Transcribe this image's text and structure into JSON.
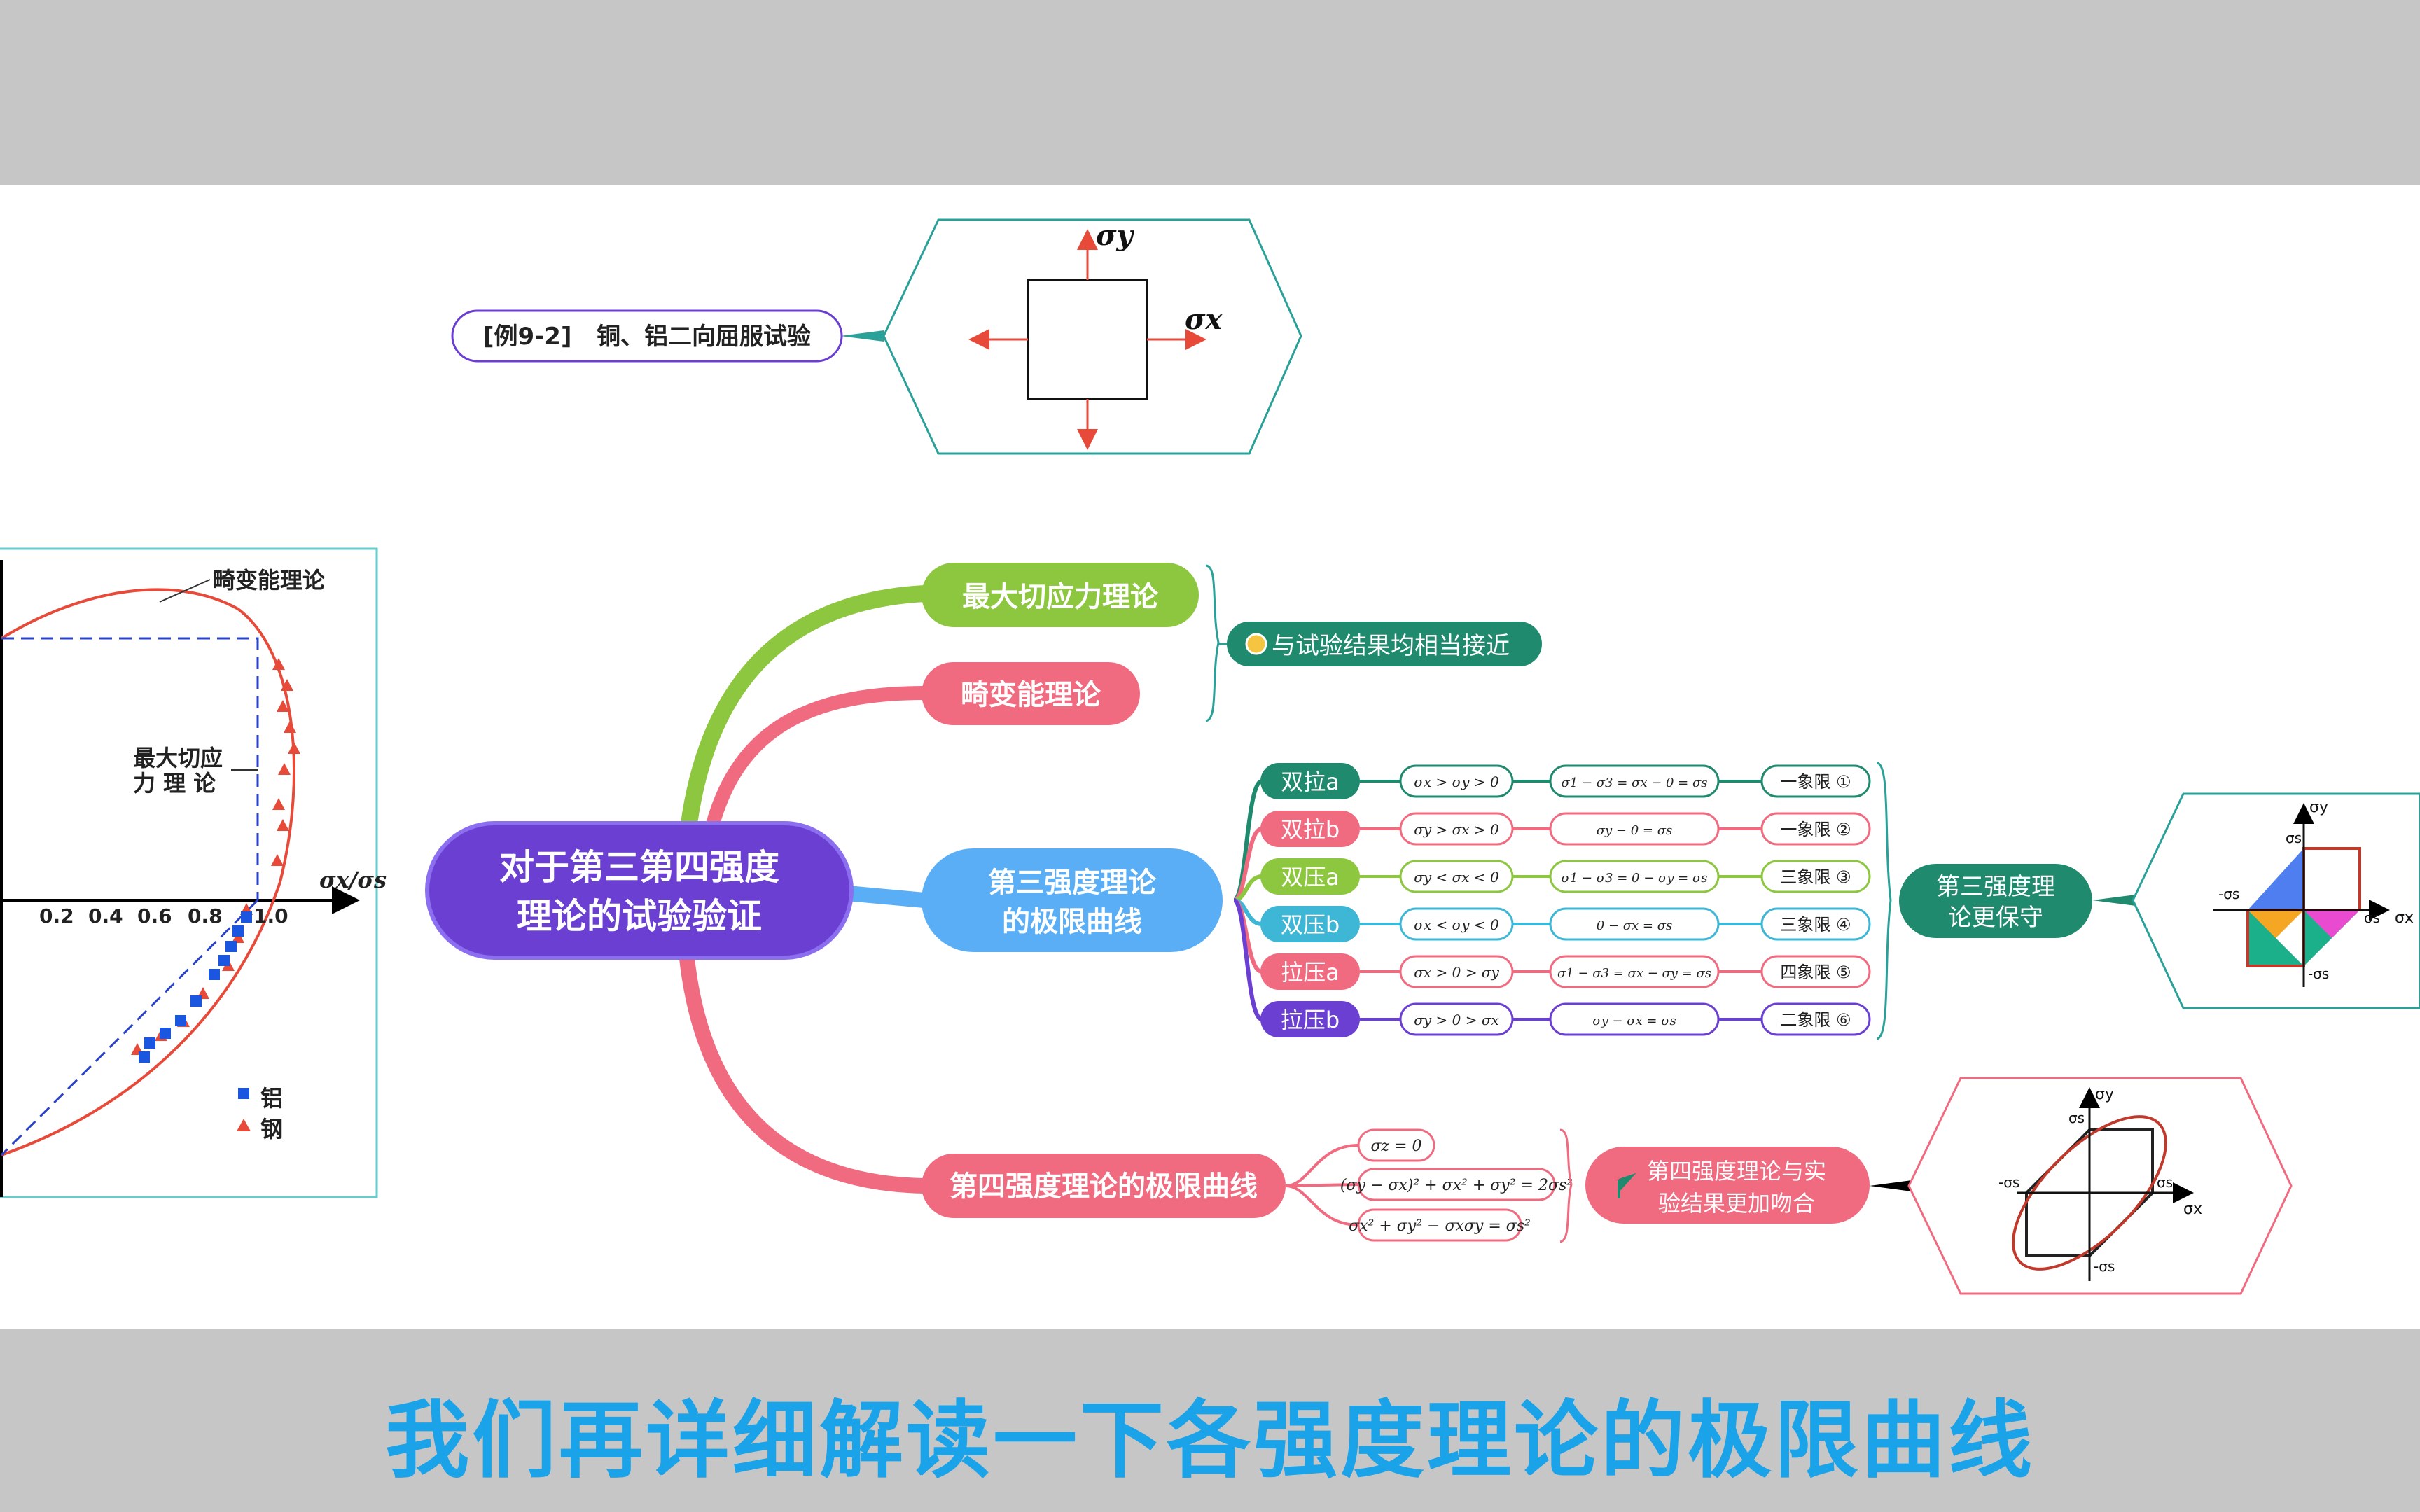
{
  "subtitle": "我们再详细解读一下各强度理论的极限曲线",
  "example": {
    "label": "[例9-2]",
    "title": "铜、铝二向屈服试验",
    "sigma_y": "σy",
    "sigma_x": "σx"
  },
  "central_topic": {
    "line1": "对于第三第四强度",
    "line2": "理论的试验验证"
  },
  "branches": {
    "max_shear": "最大切应力理论",
    "distortion": "畸变能理论",
    "third_curve_line1": "第三强度理论",
    "third_curve_line2": "的极限曲线",
    "fourth_curve": "第四强度理论的极限曲线"
  },
  "note_close": "与试验结果均相当接近",
  "third_cases": [
    {
      "name": "双拉a",
      "cond": "σx > σy > 0",
      "eq": "σ1 − σ3 = σx − 0 = σs",
      "quadrant": "一象限 ①",
      "color": "#1f8a6e"
    },
    {
      "name": "双拉b",
      "cond": "σy > σx > 0",
      "eq": "σy − 0 = σs",
      "quadrant": "一象限 ②",
      "color": "#f06b80"
    },
    {
      "name": "双压a",
      "cond": "σy < σx < 0",
      "eq": "σ1 − σ3 = 0 − σy = σs",
      "quadrant": "三象限 ③",
      "color": "#8dc63f"
    },
    {
      "name": "双压b",
      "cond": "σx < σy < 0",
      "eq": "0 − σx = σs",
      "quadrant": "三象限 ④",
      "color": "#3eb6d6"
    },
    {
      "name": "拉压a",
      "cond": "σx > 0 > σy",
      "eq": "σ1 − σ3 = σx − σy = σs",
      "quadrant": "四象限 ⑤",
      "color": "#f06b80"
    },
    {
      "name": "拉压b",
      "cond": "σy > 0 > σx",
      "eq": "σy − σx = σs",
      "quadrant": "二象限 ⑥",
      "color": "#6a3fd1"
    }
  ],
  "third_conclusion_line1": "第三强度理",
  "third_conclusion_line2": "论更保守",
  "fourth_eqs": [
    "σz = 0",
    "(σy − σx)² + σx² + σy² = 2σs²",
    "σx² + σy² − σxσy = σs²"
  ],
  "fourth_conclusion_line1": "第四强度理论与实",
  "fourth_conclusion_line2": "验结果更加吻合",
  "left_chart": {
    "label_distortion": "畸变能理论",
    "label_maxshear_line1": "最大切应",
    "label_maxshear_line2": "力 理 论",
    "xlabel": "σx/σs",
    "ticks": [
      "0.2",
      "0.4",
      "0.6",
      "0.8",
      "1.0"
    ],
    "legend_al": "铝",
    "legend_steel": "钢"
  },
  "mini_charts": {
    "sy": "σy",
    "sx": "σx",
    "ss": "σs",
    "nss": "-σs"
  },
  "colors": {
    "purple": "#6a3fd1",
    "green": "#8dc63f",
    "pink": "#f06b80",
    "blue": "#5aaef5",
    "teal": "#1f8a6e",
    "subtitle": "#1aa3e8"
  }
}
